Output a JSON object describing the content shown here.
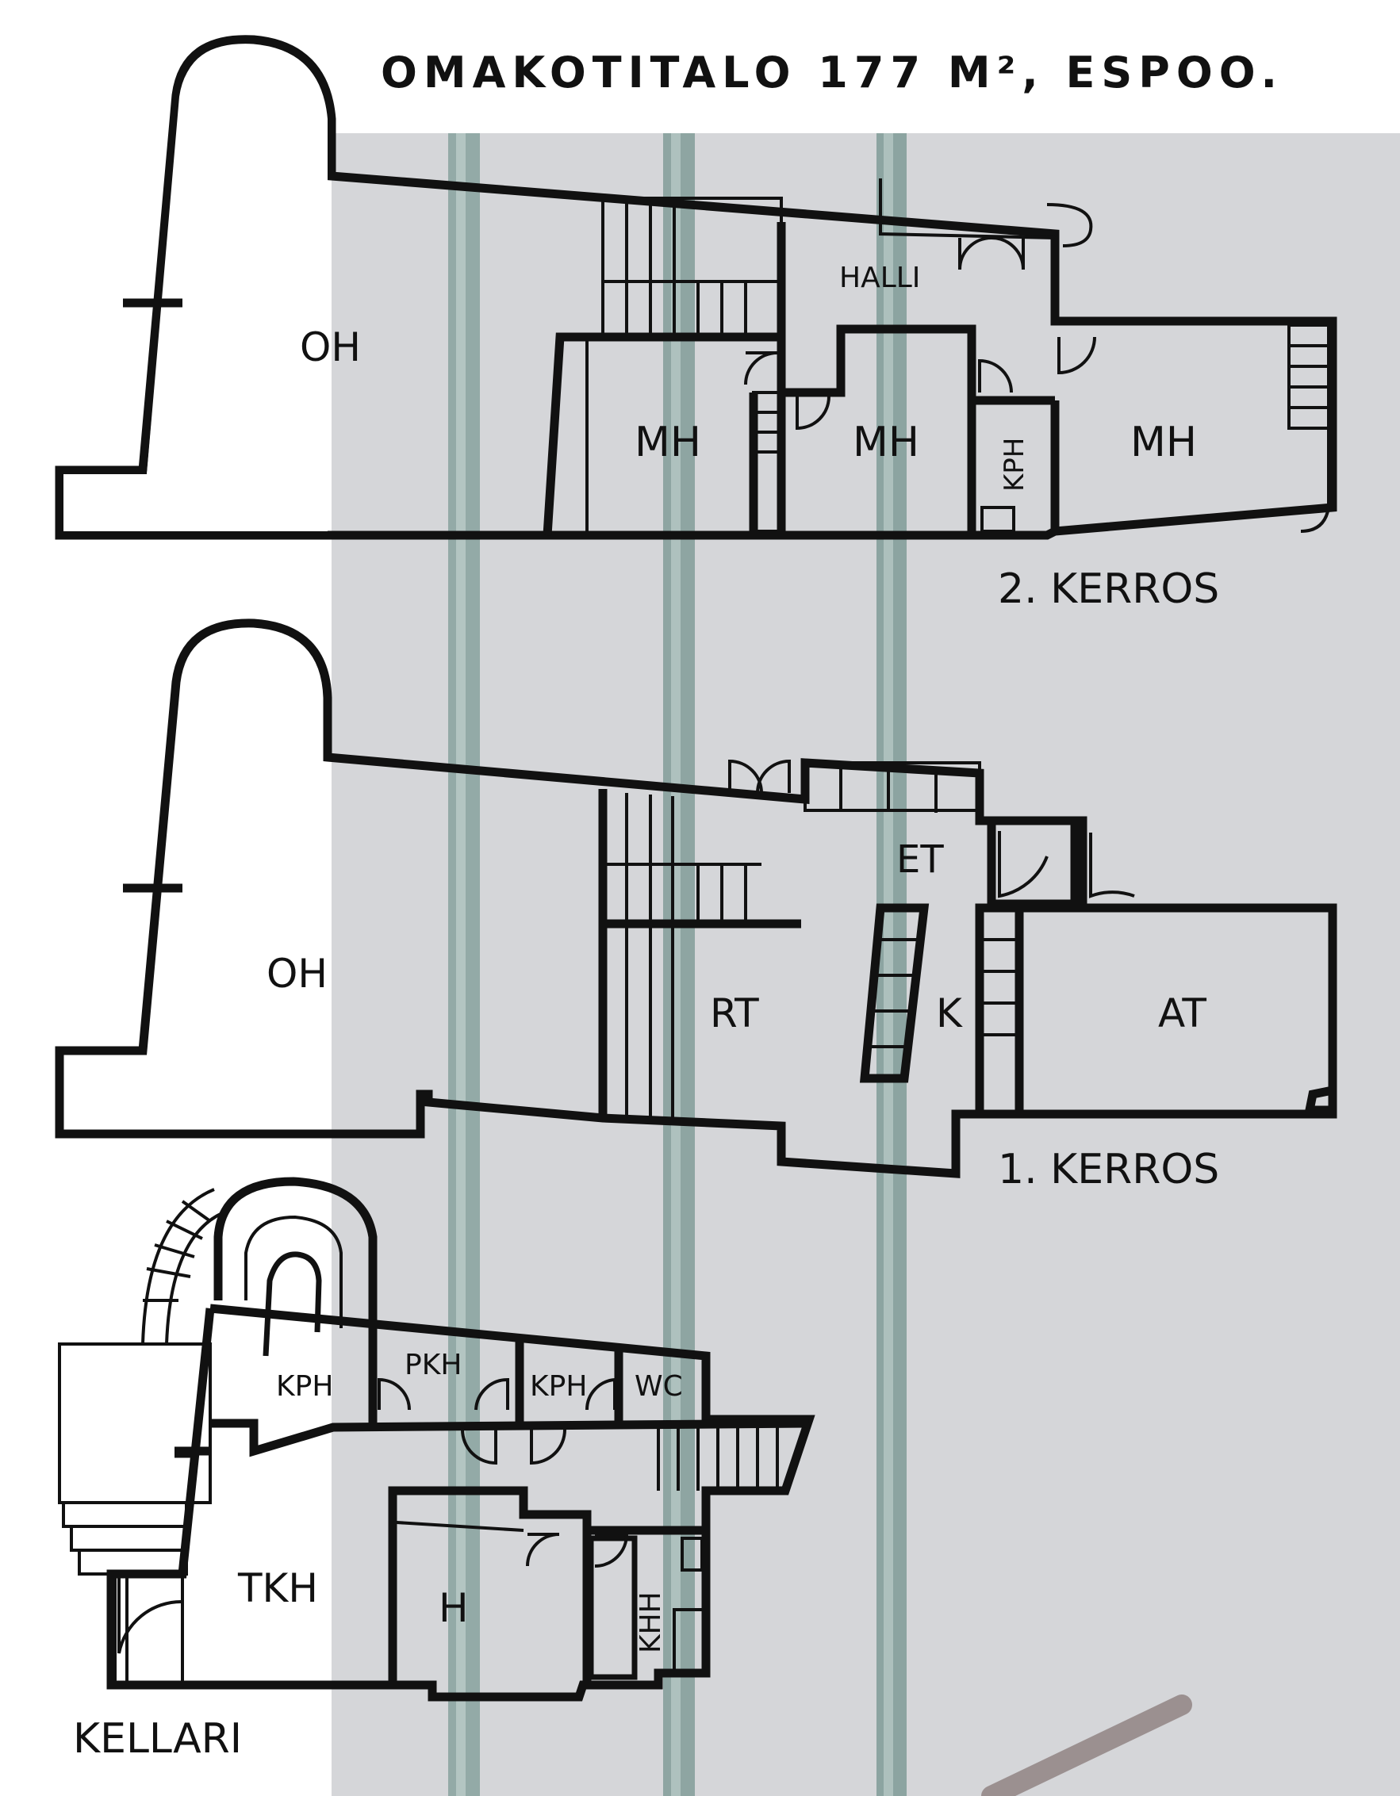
{
  "title": "OMAKOTITALO 177 M², ESPOO.",
  "floors": {
    "second": {
      "label": "2. KERROS",
      "rooms": {
        "oh": "OH",
        "halli": "HALLI",
        "mh1": "MH",
        "mh2": "MH",
        "kph": "KPH",
        "mh3": "MH"
      }
    },
    "first": {
      "label": "1. KERROS",
      "rooms": {
        "oh": "OH",
        "et": "ET",
        "rt": "RT",
        "k": "K",
        "at": "AT"
      }
    },
    "basement": {
      "label": "KELLARI",
      "rooms": {
        "kph1": "KPH",
        "pkh": "PKH",
        "kph2": "KPH",
        "wc": "WC",
        "tkh": "TKH",
        "h": "H",
        "khh": "KHH"
      }
    }
  },
  "colors": {
    "photo_background": "#d8d8da",
    "glass_column": "#8fa7a4",
    "ink": "#111111"
  }
}
